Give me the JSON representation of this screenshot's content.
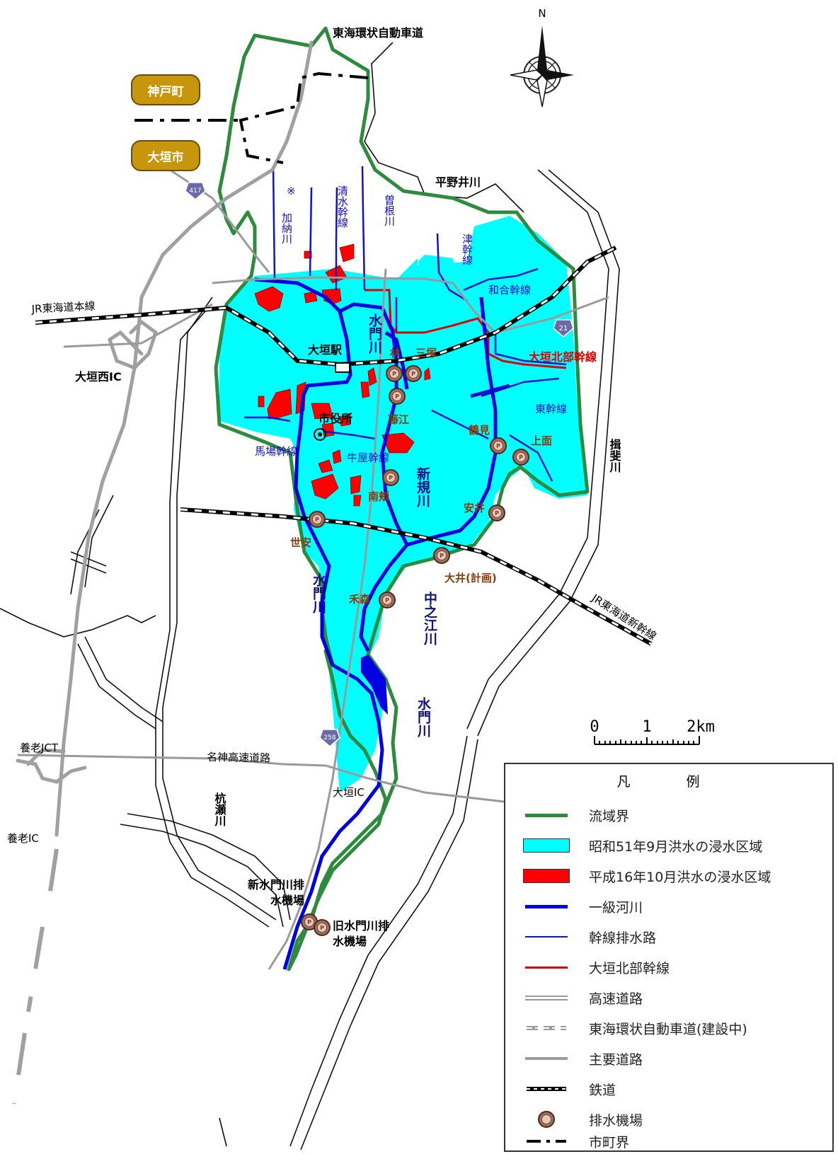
{
  "map": {
    "labels": {
      "expressway_tokai_kanjo": "東海環状自動車道",
      "town_godo": "神戸町",
      "city_ogaki": "大垣市",
      "route_417": "417",
      "route_21": "21",
      "route_258": "258",
      "hiranoi_river": "平野井川",
      "kano_mark": "※",
      "kano_river": "加納川",
      "shimizu_trunk": "清水幹線",
      "sone_river": "曽根川",
      "tsu_trunk": "津幹線",
      "wago_trunk": "和合幹線",
      "jr_tokaido_main": "JR東海道本線",
      "ogaki_station": "大垣駅",
      "suimon_river_upper": "水門川",
      "hayashi": "林",
      "mitsuzuka": "三塚",
      "ogaki_north_trunk": "大垣北部幹線",
      "ogaki_west_ic": "大垣西IC",
      "city_hall": "市役所",
      "fujie": "藤江",
      "higashi_trunk": "東幹線",
      "tsurumi": "鶴見",
      "uwamo": "上面",
      "baba_trunk": "馬場幹線",
      "ushiya_trunk": "牛屋幹線",
      "shinki_river": "新規川",
      "minamiyori": "南頬",
      "yasui": "安井",
      "ibi_river": "揖斐川",
      "seyasu": "世安",
      "oi_planned": "大井(計画)",
      "suimon_river_mid": "水門川",
      "kamori": "禾森",
      "nakanoe_river": "中之江川",
      "jr_shinkansen": "JR東海道新幹線",
      "suimon_river_lower": "水門川",
      "scale_0": "0",
      "scale_1": "1",
      "scale_2": "2km",
      "yoro_jct": "養老JCT",
      "meishin": "名神高速道路",
      "ogaki_ic": "大垣IC",
      "kuise_river": "杭瀬川",
      "yoro_ic": "養老IC",
      "new_pump": "新水門川排水機場",
      "old_pump": "旧水門川排水機場",
      "north": "N",
      "pump_symbol": "P"
    }
  },
  "legend": {
    "title": "凡　例",
    "items": [
      {
        "label": "流域界",
        "symbol": "basin-boundary",
        "color": "#2e8b3e"
      },
      {
        "label": "昭和51年9月洪水の浸水区域",
        "symbol": "flood-1976",
        "color": "#00ffff"
      },
      {
        "label": "平成16年10月洪水の浸水区域",
        "symbol": "flood-2004",
        "color": "#ff0000"
      },
      {
        "label": "一級河川",
        "symbol": "class1-river",
        "color": "#0000e0"
      },
      {
        "label": "幹線排水路",
        "symbol": "trunk-drain",
        "color": "#1010d0"
      },
      {
        "label": "大垣北部幹線",
        "symbol": "ogaki-north-trunk",
        "color": "#e00000"
      },
      {
        "label": "高速道路",
        "symbol": "expressway",
        "color": "#9a9a9a"
      },
      {
        "label": "東海環状自動車道(建設中)",
        "symbol": "expressway-construction",
        "color": "#9a9a9a"
      },
      {
        "label": "主要道路",
        "symbol": "major-road",
        "color": "#9a9a9a"
      },
      {
        "label": "鉄道",
        "symbol": "railway",
        "color": "#000000"
      },
      {
        "label": "排水機場",
        "symbol": "pump-station",
        "color": "#a87a6a"
      },
      {
        "label": "市町界",
        "symbol": "municipal-boundary",
        "color": "#000000"
      }
    ]
  }
}
